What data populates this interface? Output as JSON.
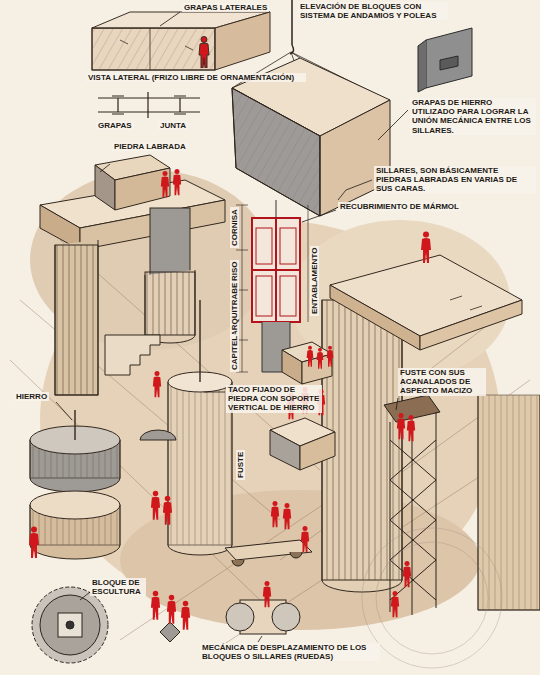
{
  "diagram": {
    "labels": [
      "GRAPAS LATERALES",
      "VISTA LATERAL (FRIZO LIBRE DE ORNAMENTACIÓN)",
      "GRAPAS",
      "JUNTA",
      "ELEVACIÓN DE BLOQUES CON SISTEMA DE ANDAMIOS Y POLEAS",
      "GRAPAS DE HIERRO UTILIZADO PARA LOGRAR LA UNIÓN MECÁNICA ENTRE LOS SILLARES.",
      "SILLARES, SON BÁSICAMENTE PIEDRAS LABRADAS EN VARIAS DE SUS CARAS.",
      "PIEDRA LABRADA",
      "RECUBRIMIENTO DE MÁRMOL",
      "CORNISA",
      "FRISO",
      "ARQUITRABE",
      "CAPITEL",
      "ENTABLAMENTO",
      "TACO FIJADO DE PIEDRA CON SOPORTE VERTICAL DE HIERRO",
      "FUSTE",
      "HIERRO",
      "FUSTE CON SUS ACANALADOS DE ASPECTO MACIZO",
      "BLOQUE DE ESCULTURA",
      "MECÁNICA DE DESPLAZAMIENTO DE LOS BLOQUES O SILLARES (RUEDAS)"
    ]
  }
}
